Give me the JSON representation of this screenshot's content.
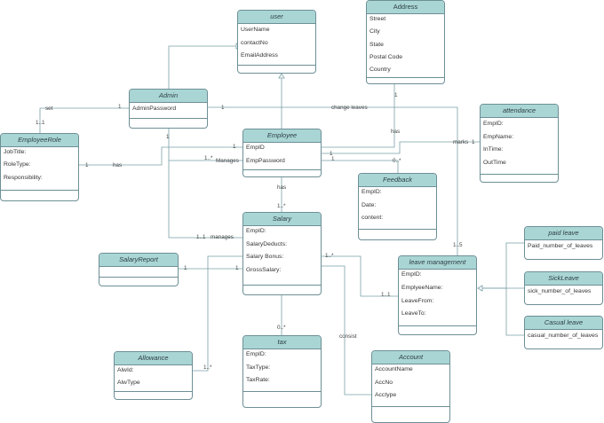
{
  "classes": {
    "user": {
      "name": "user",
      "attributes": [
        "UserName",
        "contactNo",
        "EmailAddress"
      ]
    },
    "address": {
      "name": "Address",
      "attributes": [
        "Street",
        "City",
        "State",
        "Postal Code",
        "Country"
      ]
    },
    "admin": {
      "name": "Admin",
      "attributes": [
        "AdminPassword"
      ]
    },
    "attendance": {
      "name": "attendance",
      "attributes": [
        "EmpID:",
        "EmpName:",
        "InTime:",
        "OutTime"
      ]
    },
    "employee_role": {
      "name": "EmployeeRole",
      "attributes": [
        "JobTitle:",
        "RoleType:",
        "Responsibility:"
      ]
    },
    "employee": {
      "name": "Employee",
      "attributes": [
        "EmpID",
        "EmpPassword"
      ]
    },
    "feedback": {
      "name": "Feedback",
      "attributes": [
        "EmpID:",
        "Date:",
        "content:"
      ]
    },
    "salary": {
      "name": "Salary",
      "attributes": [
        "EmpID:",
        "SalaryDeducts:",
        "Salary Bonus:",
        "GrossSalary:"
      ]
    },
    "salary_report": {
      "name": "SalaryReport",
      "attributes": []
    },
    "paid_leave": {
      "name": "paid leave",
      "attributes": [
        "Paid_number_of_leaves"
      ]
    },
    "leave_management": {
      "name": "leave management",
      "attributes": [
        "EmpID:",
        "EmplyeeName:",
        "LeaveFrom:",
        "LeaveTo:"
      ]
    },
    "sick_leave": {
      "name": "SickLeave",
      "attributes": [
        "sick_number_of_leaves"
      ]
    },
    "casual_leave": {
      "name": "Casual leave",
      "attributes": [
        "casual_number_of_leaves"
      ]
    },
    "allowance": {
      "name": "Allowance",
      "attributes": [
        "AlwId:",
        "AlwType"
      ]
    },
    "tax": {
      "name": "tax",
      "attributes": [
        "EmpID:",
        "TaxType:",
        "TaxRate:"
      ]
    },
    "account": {
      "name": "Account",
      "attributes": [
        "AccountName",
        "AccNo",
        "Acctype"
      ]
    }
  },
  "labels": {
    "set": "set",
    "admin_role_mult": "1..1",
    "admin_set_mult": "1",
    "change_leaves": "change leaves",
    "change_leaves_mult": "1",
    "has_address": "has",
    "address_mult": "1",
    "marks": "marks",
    "marks_mult1": "1",
    "marks_mult2": "1",
    "role_has": "has",
    "role_has_mult": "1",
    "emp_role_mult": "1",
    "manages": "Manages",
    "manages_mult": "1..*",
    "admin_emp_mult": "1",
    "emp_fb_mult1": "1",
    "emp_fb_mult2": "0..*",
    "emp_sal_has": "has",
    "emp_sal_mult": "1..*",
    "sal_manages": "manages",
    "sal_manages_mult": "1..1",
    "report_mult1": "1",
    "report_mult2": "1",
    "sal_leave_mult1": "1..*",
    "sal_leave_mult2": "1..1",
    "leave_mult": "1..5",
    "tax_mult": "0..*",
    "allow_mult": "1..*",
    "consist": "consist"
  }
}
